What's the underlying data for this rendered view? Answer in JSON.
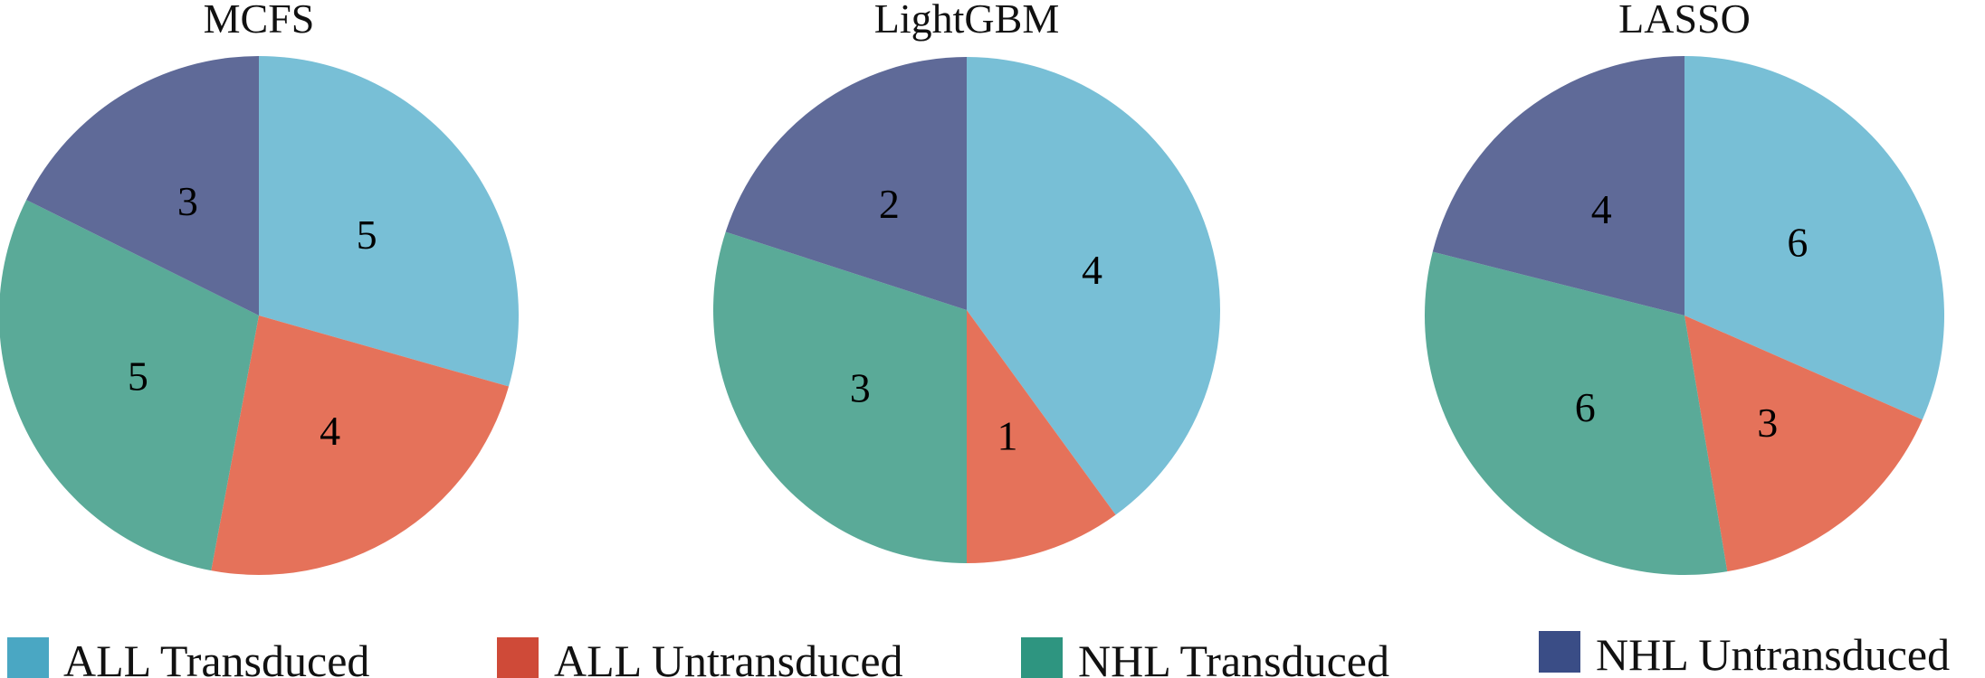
{
  "legend": [
    {
      "label": "ALL Transduced",
      "color": "#4aa7c3"
    },
    {
      "label": "ALL Untransduced",
      "color": "#cf4a38"
    },
    {
      "label": "NHL Transduced",
      "color": "#2e9580"
    },
    {
      "label": "NHL Untransduced",
      "color": "#3a4d86"
    }
  ],
  "slice_colors": [
    "#78bfd6",
    "#e5725a",
    "#5aaa98",
    "#5f6a98"
  ],
  "chart_data": [
    {
      "type": "pie",
      "title": "MCFS",
      "categories": [
        "ALL Transduced",
        "ALL Untransduced",
        "NHL Transduced",
        "NHL Untransduced"
      ],
      "values": [
        5,
        4,
        5,
        3
      ]
    },
    {
      "type": "pie",
      "title": "LightGBM",
      "categories": [
        "ALL Transduced",
        "ALL Untransduced",
        "NHL Transduced",
        "NHL Untransduced"
      ],
      "values": [
        4,
        1,
        3,
        2
      ]
    },
    {
      "type": "pie",
      "title": "LASSO",
      "categories": [
        "ALL Transduced",
        "ALL Untransduced",
        "NHL Transduced",
        "NHL Untransduced"
      ],
      "values": [
        6,
        3,
        6,
        4
      ]
    }
  ]
}
